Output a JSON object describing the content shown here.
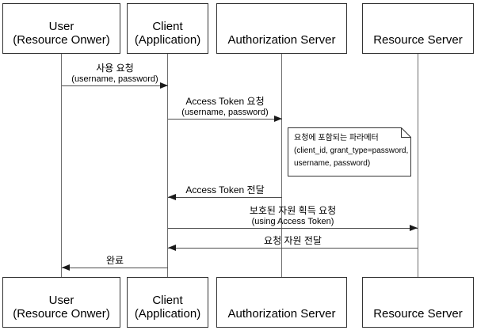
{
  "diagram": {
    "type": "sequence-diagram",
    "topic": "OAuth Resource Owner Password Credentials flow",
    "colors": {
      "background": "#ffffff",
      "box_border": "#333333",
      "lifeline": "#6e6e6e",
      "arrow": "#1a1a1a",
      "text": "#000000"
    },
    "actors": [
      {
        "id": "user",
        "line1": "User",
        "line2": "(Resource Onwer)"
      },
      {
        "id": "client",
        "line1": "Client",
        "line2": "(Application)"
      },
      {
        "id": "auth-server",
        "line1": "Authorization Server",
        "line2": ""
      },
      {
        "id": "resource-server",
        "line1": "Resource Server",
        "line2": ""
      }
    ],
    "messages": [
      {
        "from": "user",
        "to": "client",
        "label": "사용 요청",
        "sublabel": "(username, password)"
      },
      {
        "from": "client",
        "to": "auth-server",
        "label": "Access Token 요청",
        "sublabel": "(username, password)"
      },
      {
        "from": "auth-server",
        "to": "client",
        "label": "Access Token 전달",
        "sublabel": ""
      },
      {
        "from": "client",
        "to": "resource-server",
        "label": "보호된 자원 획득 요청",
        "sublabel": "(using Access Token)"
      },
      {
        "from": "resource-server",
        "to": "client",
        "label": "요청 자원 전달",
        "sublabel": ""
      },
      {
        "from": "client",
        "to": "user",
        "label": "완료",
        "sublabel": ""
      }
    ],
    "note": {
      "line1": "요청에 포함되는 파라메터",
      "line2": "(client_id, grant_type=password,",
      "line3": "username, password)"
    }
  }
}
